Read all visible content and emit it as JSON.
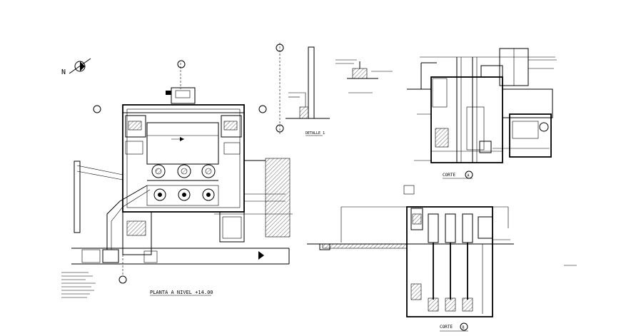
{
  "title": "PLANTA A NIVEL +14.00",
  "section_a": {
    "label": "CORTE",
    "marker": "A"
  },
  "section_b": {
    "label": "CORTE",
    "marker": "B"
  },
  "detail_1": {
    "label": "DETALLE 1"
  },
  "north_letter": "N"
}
